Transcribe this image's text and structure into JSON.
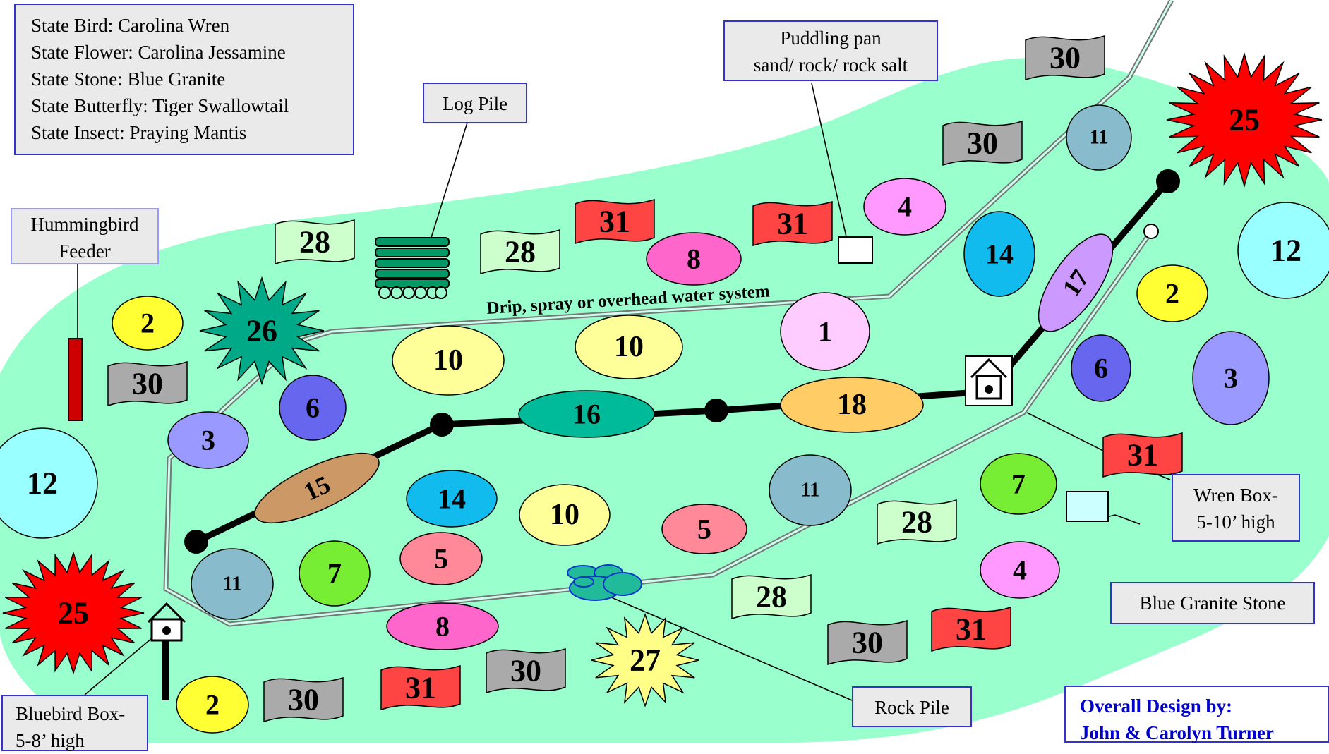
{
  "facts": {
    "bird": "State Bird: Carolina Wren",
    "flower": "State Flower: Carolina Jessamine",
    "stone": "State Stone: Blue Granite",
    "butterfly": "State Butterfly: Tiger Swallowtail",
    "insect": "State Insect: Praying Mantis"
  },
  "labels": {
    "puddling_line1": "Puddling pan",
    "puddling_line2": "sand/ rock/ rock salt",
    "log_pile": "Log Pile",
    "hummingbird_line1": "Hummingbird",
    "hummingbird_line2": "Feeder",
    "wren_line1": "Wren Box-",
    "wren_line2": "5-10’ high",
    "blue_granite": "Blue Granite Stone",
    "rock_pile": "Rock Pile",
    "bluebird_line1": "Bluebird Box-",
    "bluebird_line2": "5-8’ high",
    "water_system": "Drip, spray or overhead water system"
  },
  "credit": {
    "line1": "Overall Design by:",
    "line2": "John & Carolyn Turner"
  },
  "plants": [
    {
      "id": "p-12-right",
      "label": "12",
      "shape": "ellipse",
      "fill": "#99ffff"
    },
    {
      "id": "p-12-left",
      "label": "12",
      "shape": "ellipse",
      "fill": "#99ffff"
    },
    {
      "id": "p-11-top",
      "label": "11",
      "shape": "ellipse",
      "fill": "#88bbcc"
    },
    {
      "id": "p-11-mid",
      "label": "11",
      "shape": "ellipse",
      "fill": "#88bbcc"
    },
    {
      "id": "p-11-low",
      "label": "11",
      "shape": "ellipse",
      "fill": "#88bbcc"
    },
    {
      "id": "p-4-top",
      "label": "4",
      "shape": "ellipse",
      "fill": "#ff99ff"
    },
    {
      "id": "p-4-low",
      "label": "4",
      "shape": "ellipse",
      "fill": "#ff99ff"
    },
    {
      "id": "p-14-top",
      "label": "14",
      "shape": "ellipse",
      "fill": "#11bbee"
    },
    {
      "id": "p-14-mid",
      "label": "14",
      "shape": "ellipse",
      "fill": "#11bbee"
    },
    {
      "id": "p-8-top",
      "label": "8",
      "shape": "ellipse",
      "fill": "#ff66cc"
    },
    {
      "id": "p-8-low",
      "label": "8",
      "shape": "ellipse",
      "fill": "#ff66cc"
    },
    {
      "id": "p-1",
      "label": "1",
      "shape": "ellipse",
      "fill": "#ffccff"
    },
    {
      "id": "p-10-a",
      "label": "10",
      "shape": "ellipse",
      "fill": "#ffff99"
    },
    {
      "id": "p-10-b",
      "label": "10",
      "shape": "ellipse",
      "fill": "#ffff99"
    },
    {
      "id": "p-10-c",
      "label": "10",
      "shape": "ellipse",
      "fill": "#ffff99"
    },
    {
      "id": "p-2-left",
      "label": "2",
      "shape": "ellipse",
      "fill": "#ffff33"
    },
    {
      "id": "p-2-right",
      "label": "2",
      "shape": "ellipse",
      "fill": "#ffff33"
    },
    {
      "id": "p-2-bottom",
      "label": "2",
      "shape": "ellipse",
      "fill": "#ffff33"
    },
    {
      "id": "p-3-left",
      "label": "3",
      "shape": "ellipse",
      "fill": "#9999ff"
    },
    {
      "id": "p-3-right",
      "label": "3",
      "shape": "ellipse",
      "fill": "#9999ff"
    },
    {
      "id": "p-6-left",
      "label": "6",
      "shape": "ellipse",
      "fill": "#6666ee"
    },
    {
      "id": "p-6-right",
      "label": "6",
      "shape": "ellipse",
      "fill": "#6666ee"
    },
    {
      "id": "p-7-left",
      "label": "7",
      "shape": "ellipse",
      "fill": "#77ee33"
    },
    {
      "id": "p-7-right",
      "label": "7",
      "shape": "ellipse",
      "fill": "#77ee33"
    },
    {
      "id": "p-5-a",
      "label": "5",
      "shape": "ellipse",
      "fill": "#ff8899"
    },
    {
      "id": "p-5-b",
      "label": "5",
      "shape": "ellipse",
      "fill": "#ff8899"
    },
    {
      "id": "p-16",
      "label": "16",
      "shape": "ellipse",
      "fill": "#00bb99"
    },
    {
      "id": "p-18",
      "label": "18",
      "shape": "ellipse",
      "fill": "#ffcc66"
    },
    {
      "id": "p-15",
      "label": "15",
      "shape": "ellipse",
      "fill": "#cc9966"
    },
    {
      "id": "p-17",
      "label": "17",
      "shape": "ellipse",
      "fill": "#cc99ff"
    },
    {
      "id": "p-25-top",
      "label": "25",
      "shape": "burst",
      "fill": "#ff0000"
    },
    {
      "id": "p-25-left",
      "label": "25",
      "shape": "burst",
      "fill": "#ff0000"
    },
    {
      "id": "p-26",
      "label": "26",
      "shape": "burst",
      "fill": "#00aa88"
    },
    {
      "id": "p-27",
      "label": "27",
      "shape": "burst",
      "fill": "#ffff88"
    },
    {
      "id": "p-30-a",
      "label": "30",
      "shape": "flag",
      "fill": "#aaaaaa"
    },
    {
      "id": "p-30-b",
      "label": "30",
      "shape": "flag",
      "fill": "#aaaaaa"
    },
    {
      "id": "p-30-c",
      "label": "30",
      "shape": "flag",
      "fill": "#aaaaaa"
    },
    {
      "id": "p-30-d",
      "label": "30",
      "shape": "flag",
      "fill": "#aaaaaa"
    },
    {
      "id": "p-30-e",
      "label": "30",
      "shape": "flag",
      "fill": "#aaaaaa"
    },
    {
      "id": "p-30-f",
      "label": "30",
      "shape": "flag",
      "fill": "#aaaaaa"
    },
    {
      "id": "p-31-a",
      "label": "31",
      "shape": "flag",
      "fill": "#ff4444"
    },
    {
      "id": "p-31-b",
      "label": "31",
      "shape": "flag",
      "fill": "#ff4444"
    },
    {
      "id": "p-31-c",
      "label": "31",
      "shape": "flag",
      "fill": "#ff4444"
    },
    {
      "id": "p-31-d",
      "label": "31",
      "shape": "flag",
      "fill": "#ff4444"
    },
    {
      "id": "p-31-e",
      "label": "31",
      "shape": "flag",
      "fill": "#ff4444"
    },
    {
      "id": "p-28-a",
      "label": "28",
      "shape": "flag",
      "fill": "#ccffcc"
    },
    {
      "id": "p-28-b",
      "label": "28",
      "shape": "flag",
      "fill": "#ccffcc"
    },
    {
      "id": "p-28-c",
      "label": "28",
      "shape": "flag",
      "fill": "#ccffcc"
    },
    {
      "id": "p-28-d",
      "label": "28",
      "shape": "flag",
      "fill": "#ccffcc"
    }
  ],
  "colors": {
    "lawn": "#99ffcc",
    "box_border": "#3333cc",
    "box_fill": "#eaeaea",
    "credit_text": "#0000cc"
  }
}
